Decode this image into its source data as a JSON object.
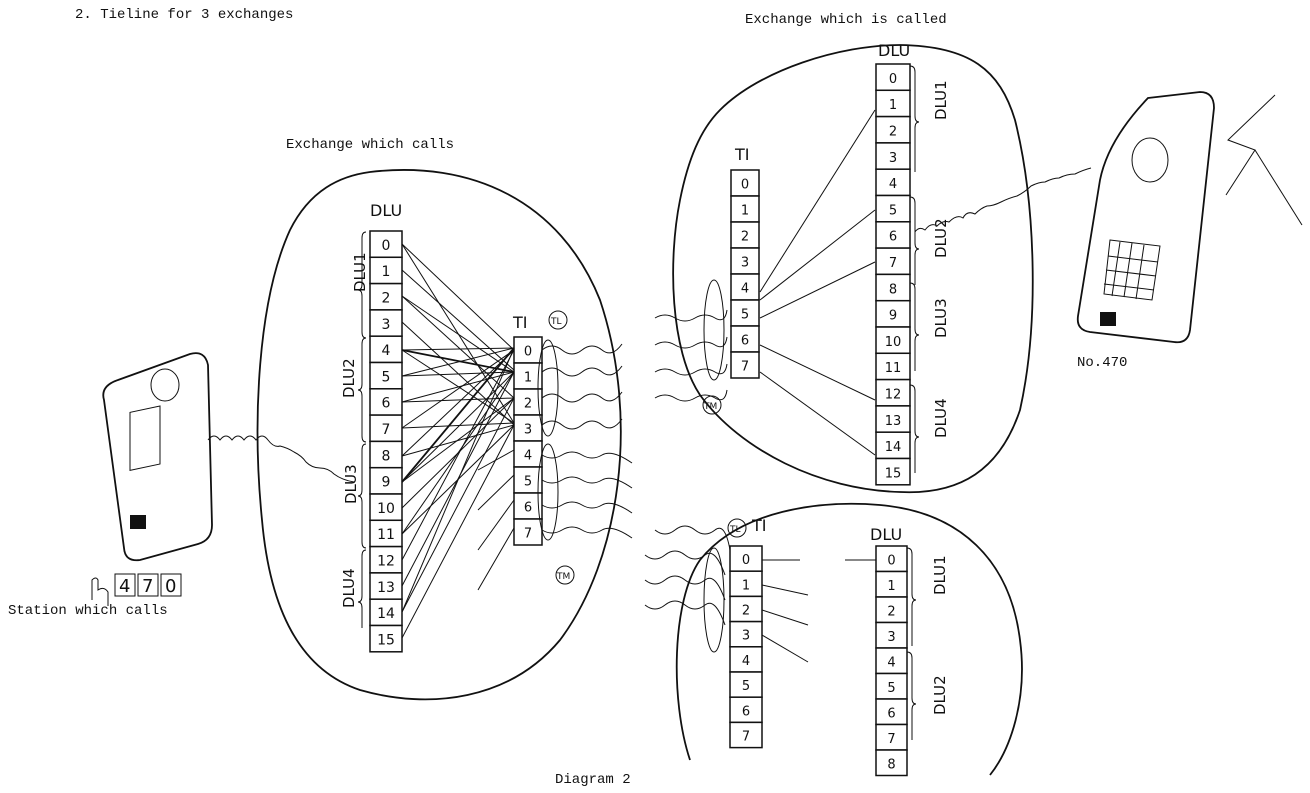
{
  "heading": "2. Tieline for 3 exchanges",
  "calling_exchange_label": "Exchange which calls",
  "called_exchange_label": "Exchange which is called",
  "station_label": "Station which calls",
  "dialed_digits": [
    "4",
    "7",
    "0"
  ],
  "called_phone_label": "No.470",
  "caption": "Diagram 2",
  "dlu_header": "DLU",
  "ti_header": "TI",
  "dlu_group_labels": [
    "DLU1",
    "DLU2",
    "DLU3",
    "DLU4"
  ],
  "tl_marker": "TL",
  "tm_marker": "TM",
  "calling_dlu_cells": [
    "0",
    "1",
    "2",
    "3",
    "4",
    "5",
    "6",
    "7",
    "8",
    "9",
    "10",
    "11",
    "12",
    "13",
    "14",
    "15"
  ],
  "calling_ti_cells": [
    "0",
    "1",
    "2",
    "3",
    "4",
    "5",
    "6",
    "7"
  ],
  "called_dlu_cells": [
    "0",
    "1",
    "2",
    "3",
    "4",
    "5",
    "6",
    "7",
    "8",
    "9",
    "10",
    "11",
    "12",
    "13",
    "14",
    "15"
  ],
  "called_ti_cells": [
    "0",
    "1",
    "2",
    "3",
    "4",
    "5",
    "6",
    "7"
  ],
  "third_ti_cells": [
    "0",
    "1",
    "2",
    "3",
    "4",
    "5",
    "6",
    "7"
  ],
  "third_dlu_cells": [
    "0",
    "1",
    "2",
    "3",
    "4",
    "5",
    "6",
    "7",
    "8"
  ]
}
